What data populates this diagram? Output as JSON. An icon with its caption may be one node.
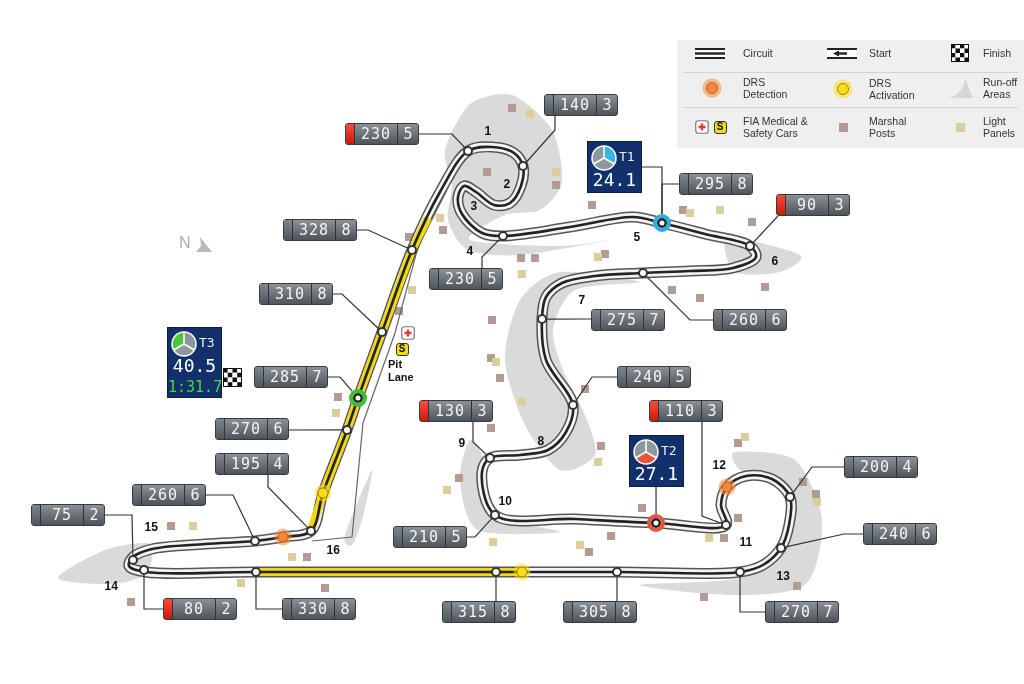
{
  "diagram": {
    "nodes": [
      {
        "text": [
          "230",
          "5"
        ]
      },
      {
        "text": [
          "140",
          "3"
        ]
      },
      {
        "text": [
          "328",
          "8"
        ]
      },
      {
        "text": [
          "310",
          "8"
        ]
      },
      {
        "text": [
          "285",
          "7"
        ]
      },
      {
        "text": [
          "270",
          "6"
        ]
      },
      {
        "text": [
          "195",
          "4"
        ]
      },
      {
        "text": [
          "260",
          "6"
        ]
      },
      {
        "text": [
          "75",
          "2"
        ]
      },
      {
        "text": [
          "80",
          "2"
        ]
      },
      {
        "text": [
          "330",
          "8"
        ]
      },
      {
        "text": [
          "230",
          "5"
        ]
      },
      {
        "text": [
          "295",
          "8"
        ]
      },
      {
        "text": [
          "90",
          "3"
        ]
      },
      {
        "text": [
          "260",
          "6"
        ]
      },
      {
        "text": [
          "275",
          "7"
        ]
      },
      {
        "text": [
          "240",
          "5"
        ]
      },
      {
        "text": [
          "130",
          "3"
        ]
      },
      {
        "text": [
          "110",
          "3"
        ]
      },
      {
        "text": [
          "210",
          "5"
        ]
      },
      {
        "text": [
          "200",
          "4"
        ]
      },
      {
        "text": [
          "240",
          "6"
        ]
      },
      {
        "text": [
          "270",
          "7"
        ]
      },
      {
        "text": [
          "305",
          "8"
        ]
      },
      {
        "text": [
          "315",
          "8"
        ]
      },
      {
        "text": [
          "T1",
          "24.1"
        ]
      },
      {
        "text": [
          "T2",
          "27.1"
        ]
      },
      {
        "text": [
          "T3",
          "40.5",
          "1:31.7"
        ]
      },
      {
        "text": [],
        "shape": "circle"
      },
      {
        "text": [],
        "shape": "circle"
      },
      {
        "text": [],
        "shape": "circle"
      },
      {
        "text": [],
        "shape": "circle"
      },
      {
        "text": [],
        "shape": "circle"
      },
      {
        "text": [],
        "shape": "circle"
      },
      {
        "text": [],
        "shape": "circle"
      },
      {
        "text": [],
        "shape": "circle"
      },
      {
        "text": [],
        "shape": "circle"
      },
      {
        "text": [],
        "shape": "circle"
      },
      {
        "text": [],
        "shape": "circle"
      },
      {
        "text": [],
        "shape": "circle"
      },
      {
        "text": [],
        "shape": "circle"
      },
      {
        "text": [],
        "shape": "circle"
      },
      {
        "text": [],
        "shape": "circle"
      },
      {
        "text": [],
        "shape": "circle"
      },
      {
        "text": [],
        "shape": "circle"
      },
      {
        "text": [],
        "shape": "circle"
      },
      {
        "text": [],
        "shape": "circle"
      },
      {
        "text": [],
        "shape": "circle"
      },
      {
        "text": [],
        "shape": "circle"
      },
      {
        "text": [],
        "shape": "circle"
      },
      {
        "text": [],
        "shape": "circle"
      },
      {
        "text": [],
        "shape": "circle"
      },
      {
        "text": [],
        "shape": "circle"
      },
      {
        "text": [],
        "shape": "circle"
      }
    ],
    "edges": [
      {
        "from": 0,
        "to": 37,
        "arrow": "none"
      },
      {
        "from": 1,
        "to": 42,
        "arrow": "none"
      },
      {
        "from": 2,
        "to": 36,
        "arrow": "none"
      },
      {
        "from": 3,
        "to": 35,
        "arrow": "none"
      },
      {
        "from": 4,
        "to": 34,
        "arrow": "none"
      },
      {
        "from": 5,
        "to": 33,
        "arrow": "none"
      },
      {
        "from": 6,
        "to": 32,
        "arrow": "none"
      },
      {
        "from": 7,
        "to": 30,
        "arrow": "none"
      },
      {
        "from": 8,
        "to": 28,
        "arrow": "none"
      },
      {
        "from": 9,
        "to": 29,
        "arrow": "none"
      },
      {
        "from": 10,
        "to": 31,
        "arrow": "none"
      },
      {
        "from": 11,
        "to": 41,
        "arrow": "none"
      },
      {
        "from": 12,
        "to": 48,
        "arrow": "none"
      },
      {
        "from": 13,
        "to": 51,
        "arrow": "none"
      },
      {
        "from": 14,
        "to": 46,
        "arrow": "none"
      },
      {
        "from": 15,
        "to": 43,
        "arrow": "none"
      },
      {
        "from": 16,
        "to": 44,
        "arrow": "none"
      },
      {
        "from": 17,
        "to": 38,
        "arrow": "none"
      },
      {
        "from": 18,
        "to": 49,
        "arrow": "none"
      },
      {
        "from": 19,
        "to": 39,
        "arrow": "none"
      },
      {
        "from": 20,
        "to": 53,
        "arrow": "none"
      },
      {
        "from": 21,
        "to": 52,
        "arrow": "none"
      },
      {
        "from": 22,
        "to": 50,
        "arrow": "none"
      },
      {
        "from": 23,
        "to": 45,
        "arrow": "none"
      },
      {
        "from": 24,
        "to": 40,
        "arrow": "none"
      },
      {
        "from": 25,
        "to": 48,
        "arrow": "none"
      },
      {
        "from": 26,
        "to": 47,
        "arrow": "none"
      }
    ],
    "labels": [
      "1",
      "2",
      "3",
      "4",
      "5",
      "6",
      "7",
      "8",
      "9",
      "10",
      "11",
      "12",
      "13",
      "14",
      "15",
      "16",
      "N",
      "Pit Lane",
      "S",
      "S"
    ],
    "legend": [
      {
        "text": "Circuit"
      },
      {
        "text": "Start"
      },
      {
        "text": "Finish"
      },
      {
        "text": "DRS Detection",
        "color": "#f4883a"
      },
      {
        "text": "DRS Activation",
        "color": "#f7e01a"
      },
      {
        "text": "Run-off Areas"
      },
      {
        "text": "FIA Medical & Safety Cars"
      },
      {
        "text": "Marshal Posts",
        "color": "#b39a93"
      },
      {
        "text": "Light Panels",
        "color": "#dccd9c"
      }
    ]
  }
}
